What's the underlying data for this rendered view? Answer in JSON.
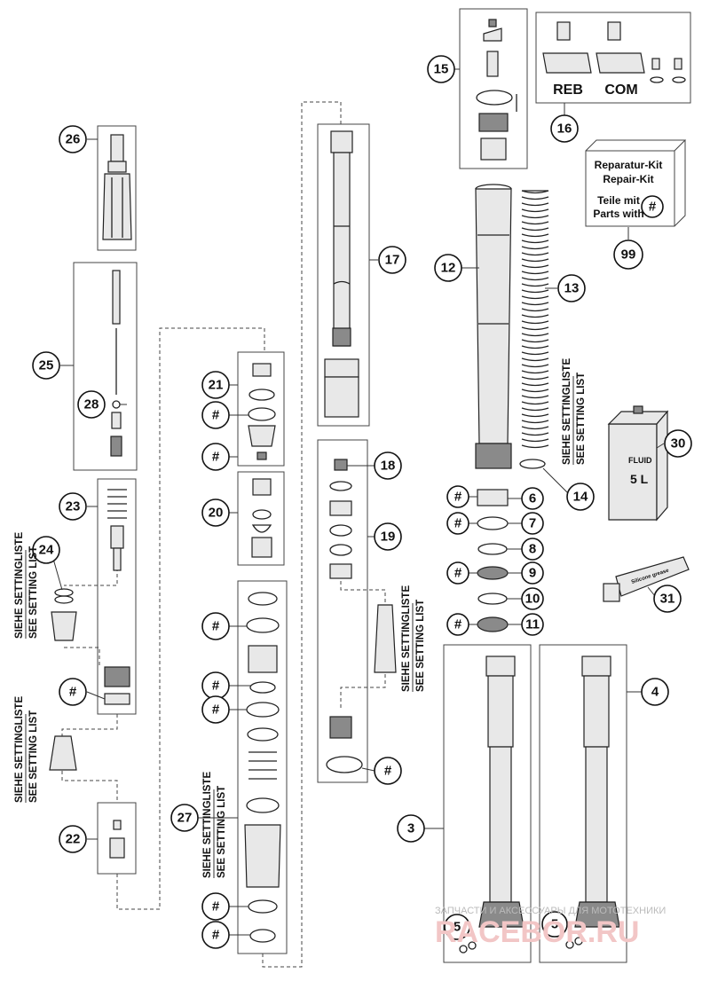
{
  "callouts": {
    "c26": "26",
    "c25": "25",
    "c28": "28",
    "c23": "23",
    "c24": "24",
    "c22": "22",
    "c21": "21",
    "c20": "20",
    "c27": "27",
    "c17": "17",
    "c18": "18",
    "c19": "19",
    "c15": "15",
    "c16": "16",
    "c99": "99",
    "c12": "12",
    "c13": "13",
    "c14": "14",
    "c30": "30",
    "c31": "31",
    "c6": "6",
    "c7": "7",
    "c8": "8",
    "c9": "9",
    "c10": "10",
    "c11": "11",
    "c3": "3",
    "c4": "4",
    "c5a": "5",
    "c5b": "5",
    "hash": "#"
  },
  "labels": {
    "reb": "REB",
    "com": "COM",
    "kit_line1": "Reparatur-Kit",
    "kit_line2": "Repair-Kit",
    "kit_line3": "Teile mit",
    "kit_line4": "Parts with",
    "fluid": "FLUID",
    "fluid_volume": "5 L",
    "tube": "Silicone grease"
  },
  "setting_note": {
    "line1": "SIEHE SETTINGLISTE",
    "line2": "SEE SETTING LIST"
  },
  "watermark": {
    "small": "ЗАПЧАСТИ И АКСЕССУАРЫ ДЛЯ МОТОТЕХНИКИ",
    "big": "RACEBOR.RU"
  }
}
